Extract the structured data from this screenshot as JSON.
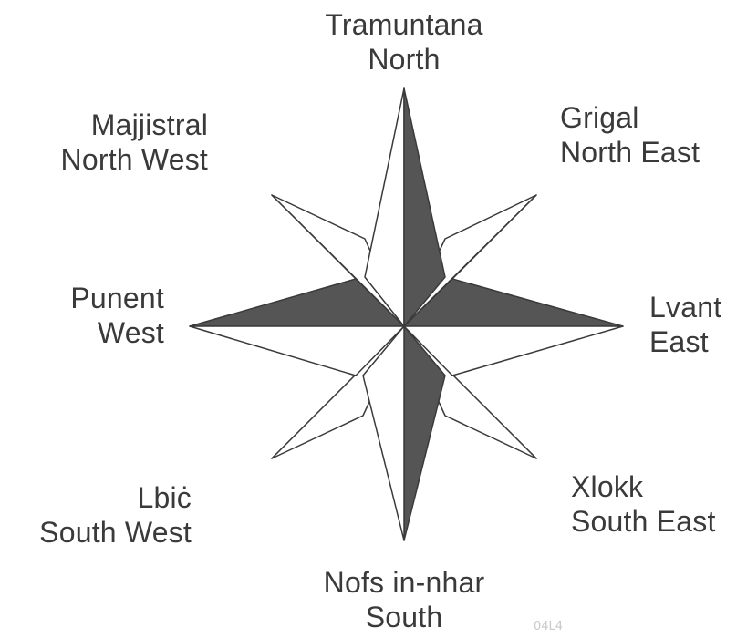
{
  "compass": {
    "north": {
      "name": "Tramuntana",
      "direction": "North"
    },
    "north_east": {
      "name": "Grigal",
      "direction": "North East"
    },
    "east": {
      "name": "Lvant",
      "direction": "East"
    },
    "south_east": {
      "name": "Xlokk",
      "direction": "South East"
    },
    "south": {
      "name": "Nofs in-nhar",
      "direction": "South"
    },
    "south_west": {
      "name": "Lbiċ",
      "direction": "South West"
    },
    "west": {
      "name": "Punent",
      "direction": "West"
    },
    "north_west": {
      "name": "Majjistral",
      "direction": "North West"
    }
  },
  "watermark": "04L4",
  "colors": {
    "dark": "#555555",
    "medium": "#bdbdbd",
    "light": "#ffffff",
    "outline": "#3a3a3a",
    "text": "#3a3a3a"
  }
}
